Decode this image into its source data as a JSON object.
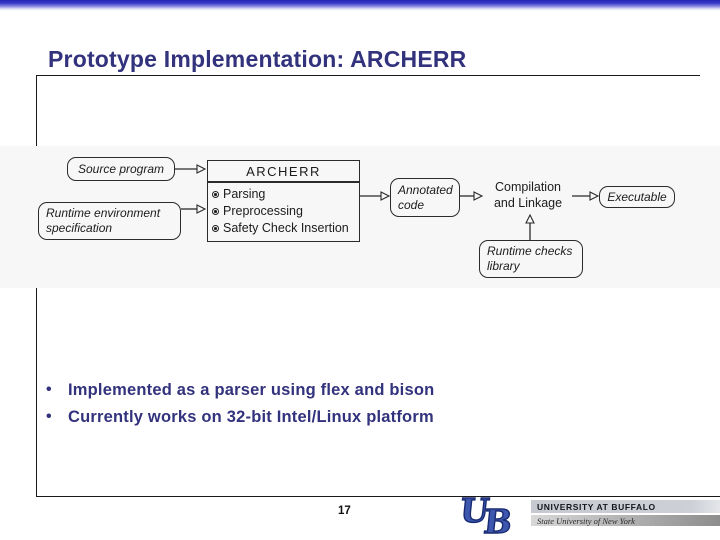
{
  "slide": {
    "title": "Prototype Implementation: ARCHERR",
    "page_number": "17",
    "bullet_glyph": "•",
    "bullets": [
      "Implemented as a parser using flex and bison",
      "Currently works on 32-bit Intel/Linux platform"
    ]
  },
  "diagram": {
    "source_program": "Source program",
    "runtime_environment": "Runtime environment\nspecification",
    "archerr_title": "ARCHERR",
    "archerr_items": [
      "Parsing",
      "Preprocessing",
      "Safety Check Insertion"
    ],
    "item_bullet_icon": "circled-dot-icon",
    "annotated_code": "Annotated\ncode",
    "compilation": "Compilation\nand Linkage",
    "executable": "Executable",
    "runtime_checks": "Runtime checks\nlibrary"
  },
  "footer": {
    "logo_letter_u": "U",
    "logo_letter_b": "B",
    "university_name": "UNIVERSITY AT BUFFALO",
    "university_subtitle": "State University of New York"
  },
  "colors": {
    "accent_navy": "#32327d",
    "band_background": "#f7f7f7",
    "logo_blue": "#3d57ae",
    "topbar_blue": "#2626b4",
    "bar1_gray": "#c6c9d0",
    "bar2_gray": "#8d8d8d"
  }
}
